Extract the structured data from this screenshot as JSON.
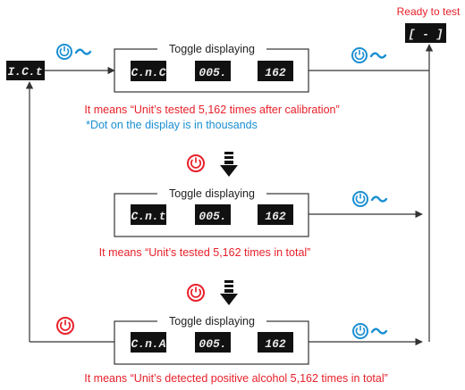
{
  "top_label": "Ready to test",
  "ready_display": "[ - ]",
  "start_display": "I.C.t",
  "block1": {
    "title": "Toggle displaying",
    "displays": [
      "C.n.C",
      "005.",
      "162"
    ],
    "caption": "It means “Unit’s tested 5,162 times after calibration”",
    "note": "*Dot on the display is in thousands"
  },
  "block2": {
    "title": "Toggle displaying",
    "displays": [
      "C.n.t",
      "005.",
      "162"
    ],
    "caption": "It means “Unit’s tested 5,162 times in total”"
  },
  "block3": {
    "title": "Toggle displaying",
    "displays": [
      "C.n.A",
      "005.",
      "162"
    ],
    "caption": "It means “Unit’s detected positive alcohol 5,162 times in total”"
  },
  "icons": {
    "power_short": "power-wave-icon",
    "power_long": "power-icon",
    "arrow_down": "arrow-down-icon"
  },
  "colors": {
    "red": "#e8202a",
    "blue": "#1b8fd2",
    "display_bg": "#111111",
    "display_text": "#e9e9e9",
    "line": "#333333"
  }
}
